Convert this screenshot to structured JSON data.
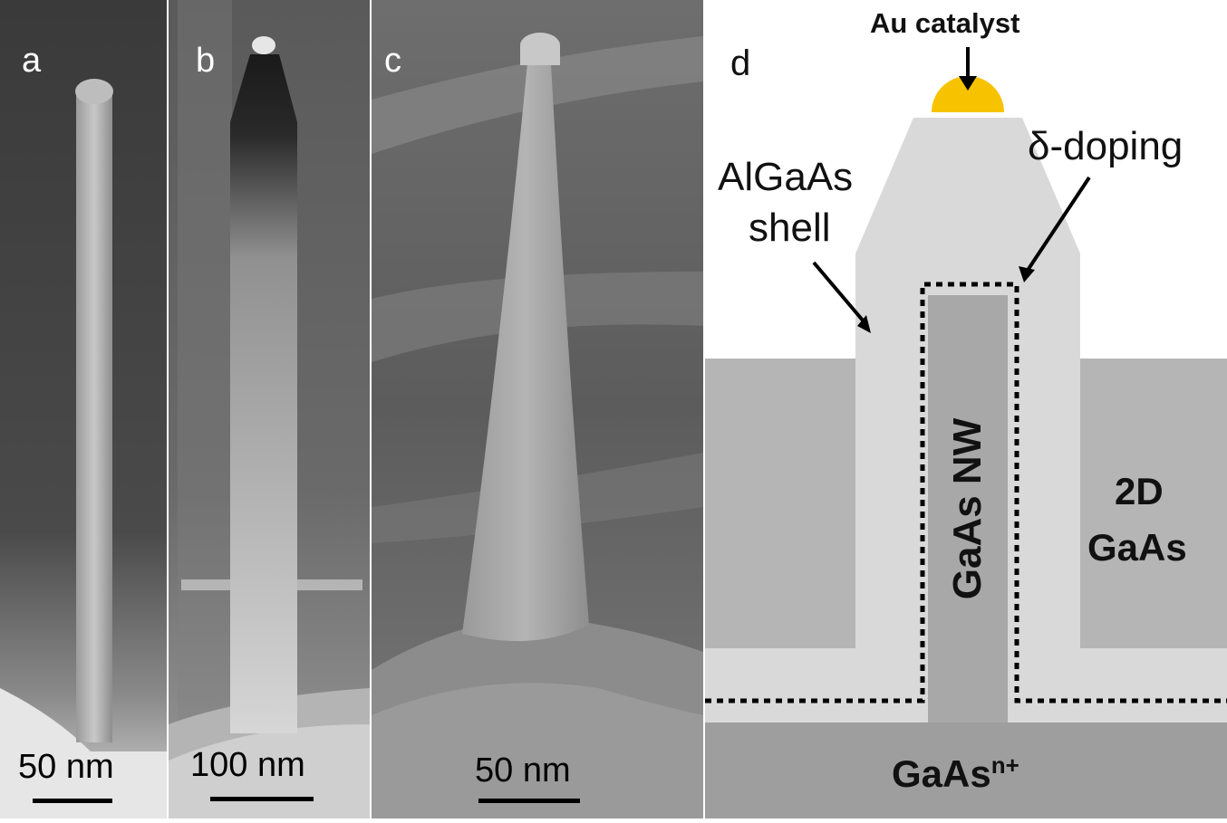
{
  "panels": [
    {
      "letter": "a",
      "scale_label": "50 nm"
    },
    {
      "letter": "b",
      "scale_label": "100 nm"
    },
    {
      "letter": "c",
      "scale_label": "50 nm"
    }
  ],
  "diagram": {
    "letter": "d",
    "au_catalyst": "Au catalyst",
    "delta_doping": "δ-doping",
    "shell_line1": "AlGaAs",
    "shell_line2": "shell",
    "nanowire": "GaAs NW",
    "film_line1": "2D",
    "film_line2": "GaAs",
    "substrate_base": "GaAs",
    "substrate_sup": "n+",
    "colors": {
      "catalyst": "#f7c300",
      "shell": "#d9d9d9",
      "core": "#a8a8a8",
      "film": "#b5b5b5",
      "substrate": "#9e9e9e"
    }
  }
}
